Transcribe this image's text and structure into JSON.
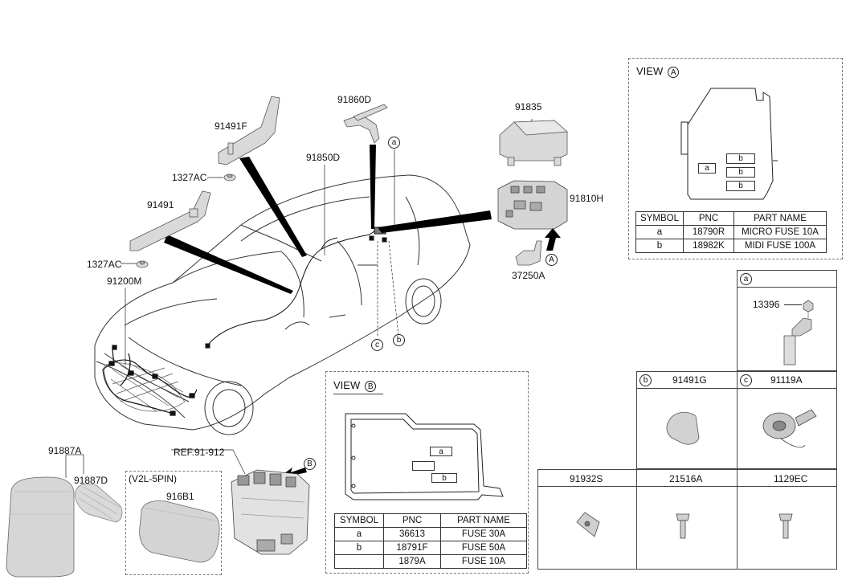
{
  "labels": {
    "p91491F": "91491F",
    "p91860D": "91860D",
    "p91835": "91835",
    "p1327AC_upper": "1327AC",
    "p91850D": "91850D",
    "p91810H": "91810H",
    "p91491": "91491",
    "p1327AC_lower": "1327AC",
    "p37250A": "37250A",
    "p91200M": "91200M",
    "p91887A": "91887A",
    "p91887D": "91887D",
    "ref": "REF.91-912",
    "v2l": "(V2L-5PIN)",
    "p916B1": "916B1"
  },
  "callouts": {
    "a": "a",
    "b": "b",
    "c": "c",
    "A": "A",
    "B": "B"
  },
  "view_a": {
    "title": "VIEW",
    "letter": "A",
    "fuse_labels": [
      "a",
      "b",
      "b",
      "b"
    ],
    "table": {
      "headers": [
        "SYMBOL",
        "PNC",
        "PART NAME"
      ],
      "rows": [
        [
          "a",
          "18790R",
          "MICRO FUSE 10A"
        ],
        [
          "b",
          "18982K",
          "MIDI FUSE 100A"
        ]
      ]
    }
  },
  "view_b": {
    "title": "VIEW",
    "letter": "B",
    "fuse_labels": [
      "a",
      "",
      "b"
    ],
    "table": {
      "headers": [
        "SYMBOL",
        "PNC",
        "PART NAME"
      ],
      "rows": [
        [
          "a",
          "36613",
          "FUSE 30A"
        ],
        [
          "b",
          "18791F",
          "FUSE 50A"
        ],
        [
          "",
          "1879A",
          "FUSE 10A"
        ]
      ]
    }
  },
  "detail_a": {
    "letter": "a",
    "part": "13396"
  },
  "detail_b": {
    "letter": "b",
    "part": "91491G"
  },
  "detail_c": {
    "letter": "c",
    "part": "91119A"
  },
  "bottom_row": [
    "91932S",
    "21516A",
    "1129EC"
  ],
  "colors": {
    "line": "#222222",
    "part_fill": "#d9d9d9",
    "part_stroke": "#555555",
    "leader": "#000000"
  }
}
